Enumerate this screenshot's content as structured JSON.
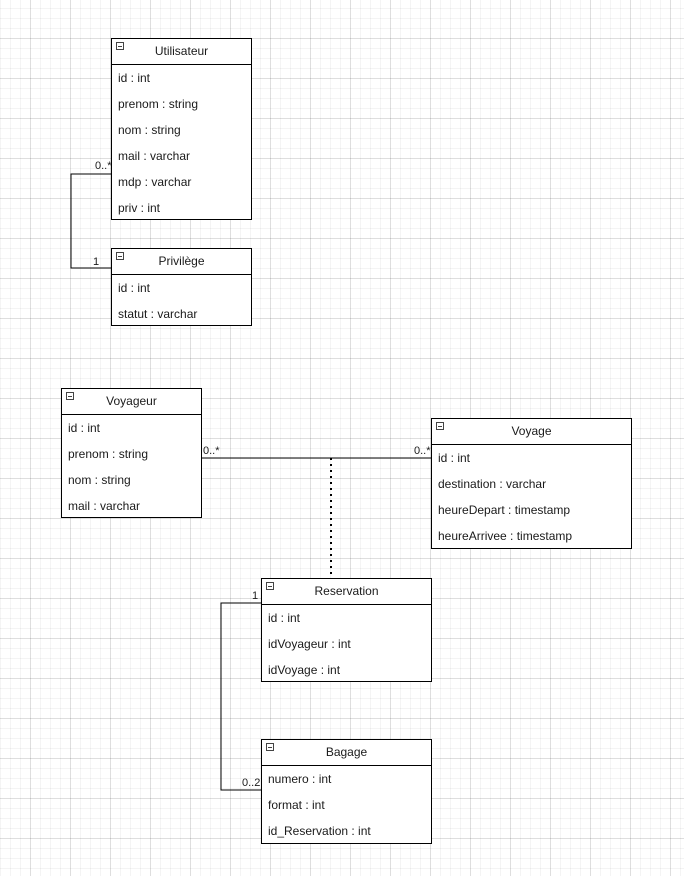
{
  "classes": {
    "utilisateur": {
      "name": "Utilisateur",
      "attributes": [
        "id : int",
        "prenom : string",
        "nom : string",
        "mail : varchar",
        "mdp : varchar",
        "priv : int"
      ]
    },
    "privilege": {
      "name": "Privilège",
      "attributes": [
        "id : int",
        "statut : varchar"
      ]
    },
    "voyageur": {
      "name": "Voyageur",
      "attributes": [
        "id : int",
        "prenom : string",
        "nom : string",
        "mail : varchar"
      ]
    },
    "voyage": {
      "name": "Voyage",
      "attributes": [
        "id : int",
        "destination : varchar",
        "heureDepart : timestamp",
        "heureArrivee : timestamp"
      ]
    },
    "reservation": {
      "name": "Reservation",
      "attributes": [
        "id : int",
        "idVoyageur : int",
        "idVoyage : int"
      ]
    },
    "bagage": {
      "name": "Bagage",
      "attributes": [
        "numero : int",
        "format : int",
        "id_Reservation : int"
      ]
    }
  },
  "relations": {
    "utilisateur_privilege": {
      "utilisateur_end": "0..*",
      "privilege_end": "1"
    },
    "voyageur_voyage": {
      "voyageur_end": "0..*",
      "voyage_end": "0..*"
    },
    "reservation_bagage": {
      "reservation_end": "1",
      "bagage_end": "0..2"
    }
  }
}
